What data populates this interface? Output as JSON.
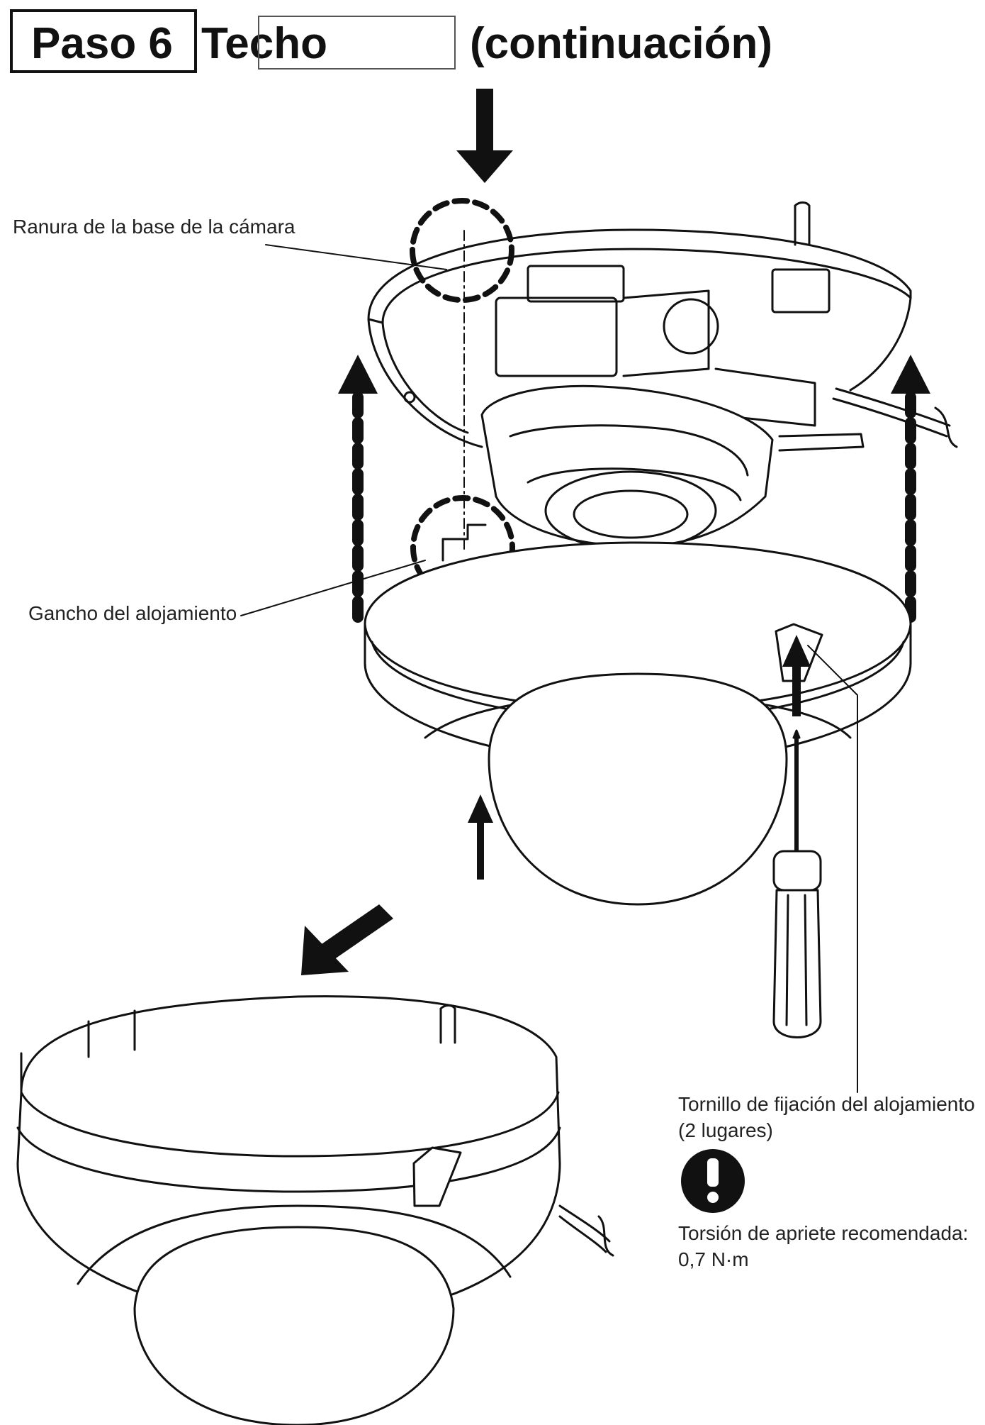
{
  "header": {
    "step": "Paso 6",
    "location": "Techo",
    "continuation": "(continuación)"
  },
  "callouts": {
    "camera_base_slot": "Ranura de la base de la cámara",
    "housing_hook": "Gancho del alojamiento",
    "housing_screw": "Tornillo de fijación del alojamiento",
    "housing_screw_count": "(2 lugares)",
    "torque_label": "Torsión de apriete recomendada:",
    "torque_value": "0,7 N·m"
  },
  "icons": {
    "warning": "exclamation-circle-icon",
    "screwdriver": "screwdriver-icon"
  }
}
